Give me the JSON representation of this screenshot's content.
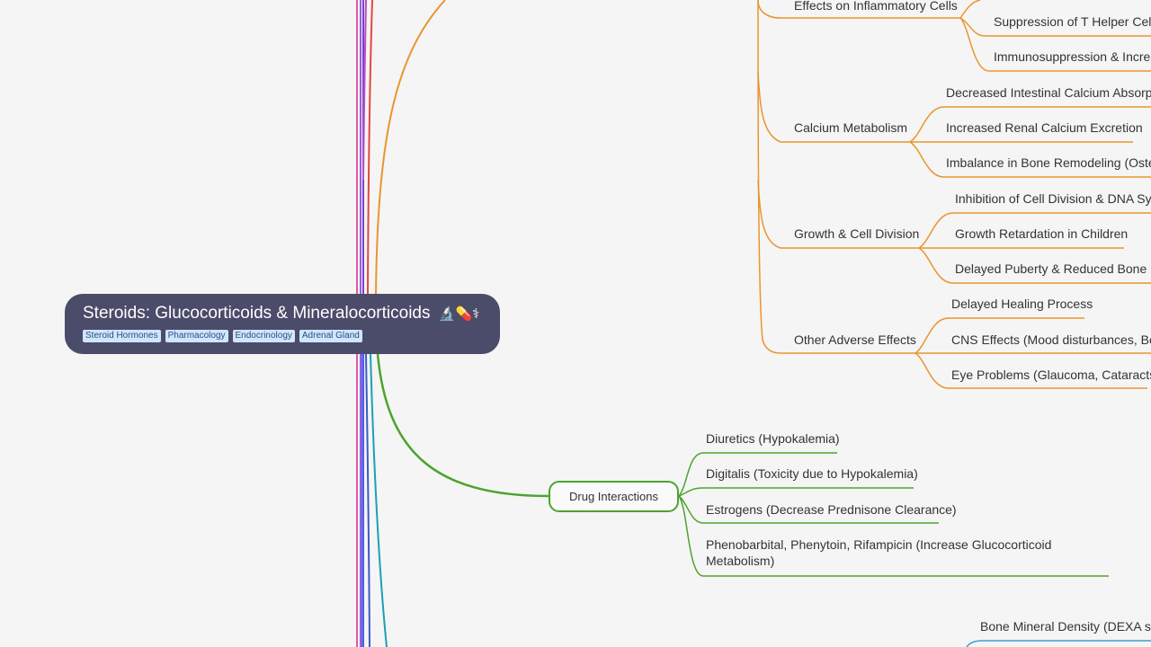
{
  "root": {
    "title": "Steroids: Glucocorticoids & Mineralocorticoids",
    "emojis": "🔬💊⚕",
    "tags": [
      "Steroid Hormones",
      "Pharmacology",
      "Endocrinology",
      "Adrenal Gland"
    ]
  },
  "colors": {
    "orange": "#e8962e",
    "green": "#4ca32f",
    "blue": "#3a9fd6",
    "root_bg": "#4b4b6a"
  },
  "adverse_effects": {
    "inflammatory": {
      "label": "Effects on Inflammatory Cells",
      "items": [
        "Suppression of T Helper Cells",
        "Immunosuppression & Increa"
      ]
    },
    "calcium": {
      "label": "Calcium Metabolism",
      "items": [
        "Decreased Intestinal Calcium Absorpti",
        "Increased Renal Calcium Excretion",
        "Imbalance in Bone Remodeling (Osteo"
      ]
    },
    "growth": {
      "label": "Growth & Cell Division",
      "items": [
        "Inhibition of Cell Division & DNA Synt",
        "Growth Retardation in Children",
        "Delayed Puberty & Reduced Bone De"
      ]
    },
    "other": {
      "label": "Other Adverse Effects",
      "items": [
        "Delayed Healing Process",
        "CNS Effects (Mood disturbances, Beha",
        "Eye Problems (Glaucoma, Cataracts)"
      ]
    }
  },
  "drug_interactions": {
    "label": "Drug Interactions",
    "items": [
      "Diuretics (Hypokalemia)",
      "Digitalis (Toxicity due to Hypokalemia)",
      "Estrogens (Decrease Prednisone Clearance)",
      "Phenobarbital, Phenytoin, Rifampicin (Increase Glucocorticoid Metabolism)"
    ]
  },
  "monitoring": {
    "items": [
      "Bone Mineral Density (DEXA scar"
    ]
  }
}
